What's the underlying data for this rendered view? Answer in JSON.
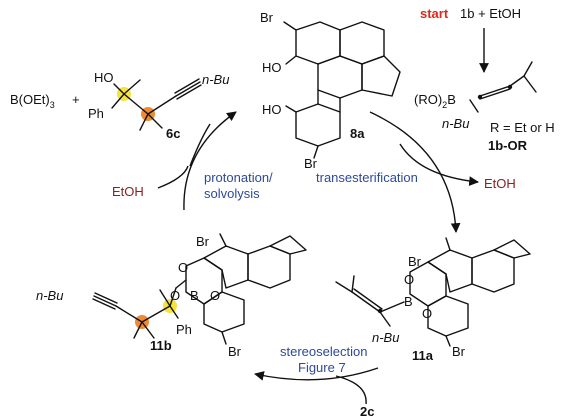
{
  "labels": {
    "start_word": "start",
    "start_reagents": "1b + EtOH",
    "boron_ester": "(RO)",
    "boron_sub": "2",
    "boron_b": "B",
    "r_def": "R = Et or H",
    "cmpd_1b_or": "1b-OR",
    "cmpd_8a": "8a",
    "cmpd_6c": "6c",
    "cmpd_11a": "11a",
    "cmpd_11b": "11b",
    "cmpd_2c": "2c",
    "b_oet3": "B(OEt)",
    "b_oet3_sub": "3",
    "plus": "+",
    "etoh_left": "EtOH",
    "etoh_right": "EtOH",
    "protonation": "protonation/",
    "solvolysis": "solvolysis",
    "transesterification": "transesterification",
    "stereoselection": "stereoselection",
    "figure7": "Figure 7",
    "n_bu": "n-Bu",
    "ph": "Ph",
    "ho": "HO",
    "br": "Br",
    "o": "O",
    "b": "B"
  },
  "colors": {
    "blue_text": "#2c4a9a",
    "red_start": "#e0281e",
    "maroon_etoh": "#8a2020",
    "yellow_stereocenter": "#f5e23a",
    "orange_quaternary": "#f08a30"
  }
}
